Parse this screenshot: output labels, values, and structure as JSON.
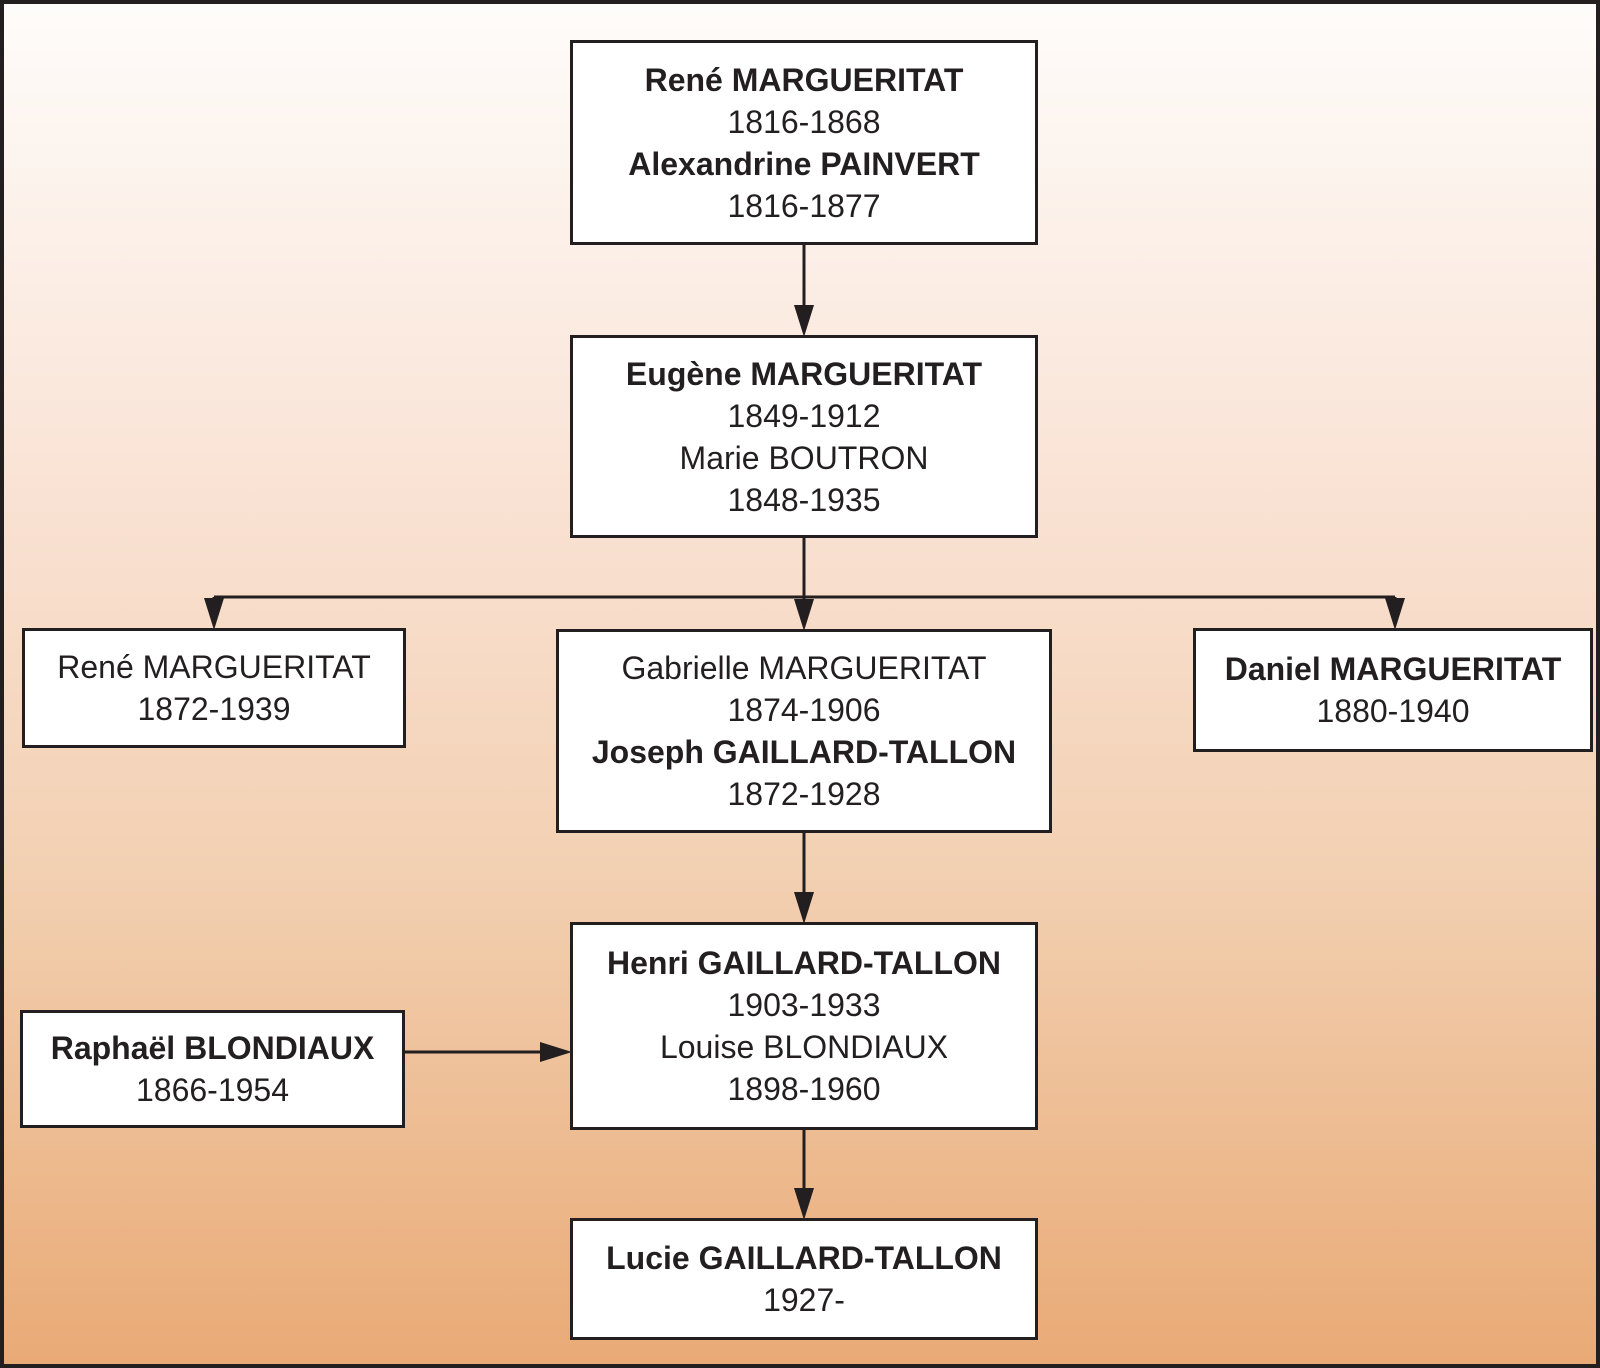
{
  "diagram": {
    "colors": {
      "line": "#231f20",
      "box_fill": "#ffffff",
      "background_top": "#fefcfa",
      "background_bottom": "#e9aa76"
    },
    "rene_painvert": {
      "husband": "René MARGUERITAT",
      "husband_years": "1816-1868",
      "wife": "Alexandrine PAINVERT",
      "wife_years": "1816-1877"
    },
    "eugene_boutron": {
      "husband": "Eugène MARGUERITAT",
      "husband_years": "1849-1912",
      "wife": "Marie BOUTRON",
      "wife_years": "1848-1935"
    },
    "rene_child": {
      "name": "René MARGUERITAT",
      "years": "1872-1939"
    },
    "gabrielle_joseph": {
      "wife": "Gabrielle MARGUERITAT",
      "wife_years": "1874-1906",
      "husband": "Joseph GAILLARD-TALLON",
      "husband_years": "1872-1928"
    },
    "daniel": {
      "name": "Daniel MARGUERITAT",
      "years": "1880-1940"
    },
    "henri_louise": {
      "husband": "Henri GAILLARD-TALLON",
      "husband_years": "1903-1933",
      "wife": "Louise BLONDIAUX",
      "wife_years": "1898-1960"
    },
    "raphael": {
      "name": "Raphaël BLONDIAUX",
      "years": "1866-1954"
    },
    "lucie": {
      "name": "Lucie GAILLARD-TALLON",
      "years": "1927-"
    }
  }
}
